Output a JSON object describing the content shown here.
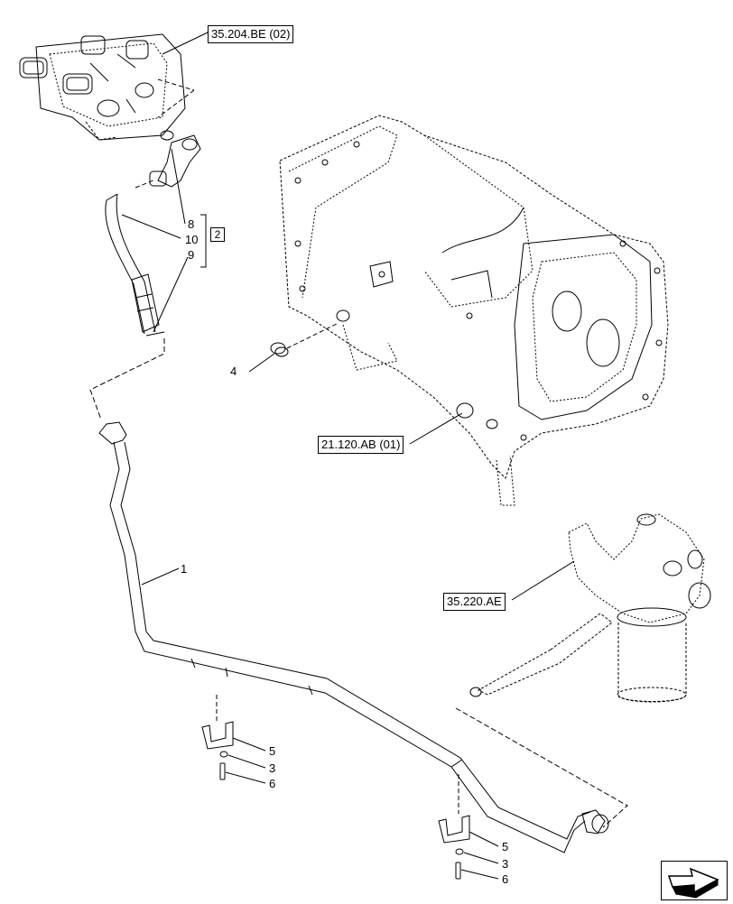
{
  "refs": {
    "valve_ref": "35.204.BE (02)",
    "housing_ref": "21.120.AB (01)",
    "filter_ref": "35.220.AE"
  },
  "callouts": {
    "c1": "1",
    "c4": "4",
    "c8": "8",
    "c10": "10",
    "c9": "9",
    "group2": "2",
    "c5a": "5",
    "c3a": "3",
    "c6a": "6",
    "c5b": "5",
    "c3b": "3",
    "c6b": "6"
  },
  "nav": {
    "icon": "next-page-arrow-icon"
  }
}
